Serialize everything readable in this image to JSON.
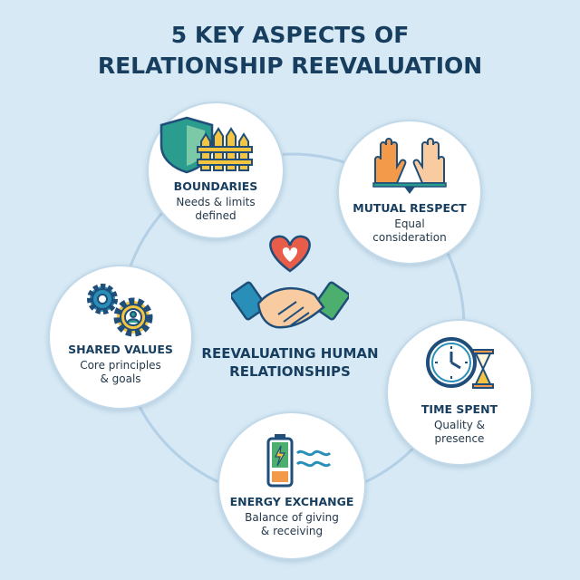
{
  "title": {
    "line1": "5 KEY ASPECTS OF",
    "line2": "RELATIONSHIP REEVALUATION"
  },
  "center": {
    "line1": "REEVALUATING HUMAN",
    "line2": "RELATIONSHIPS",
    "icon": "heart-handshake-icon"
  },
  "aspects": {
    "boundaries": {
      "name": "BOUNDARIES",
      "desc1": "Needs & limits",
      "desc2": "defined",
      "icon": "shield-fence-icon"
    },
    "respect": {
      "name": "MUTUAL RESPECT",
      "desc1": "Equal",
      "desc2": "consideration",
      "icon": "raised-hands-balance-icon"
    },
    "values": {
      "name": "SHARED VALUES",
      "desc1": "Core principles",
      "desc2": "& goals",
      "icon": "gears-person-icon"
    },
    "time": {
      "name": "TIME SPENT",
      "desc1": "Quality &",
      "desc2": "presence",
      "icon": "clock-hourglass-icon"
    },
    "energy": {
      "name": "ENERGY EXCHANGE",
      "desc1": "Balance of giving",
      "desc2": "& receiving",
      "icon": "battery-waves-icon"
    }
  },
  "colors": {
    "background": "#d6e9f5",
    "title": "#173e5e",
    "ring": "#b4d0e6",
    "teal": "#2a9d8f",
    "green": "#4caf6e",
    "orange": "#f29a4a",
    "yellow": "#f5c542",
    "navy": "#1e4e79",
    "heart": "#e85c4a"
  }
}
